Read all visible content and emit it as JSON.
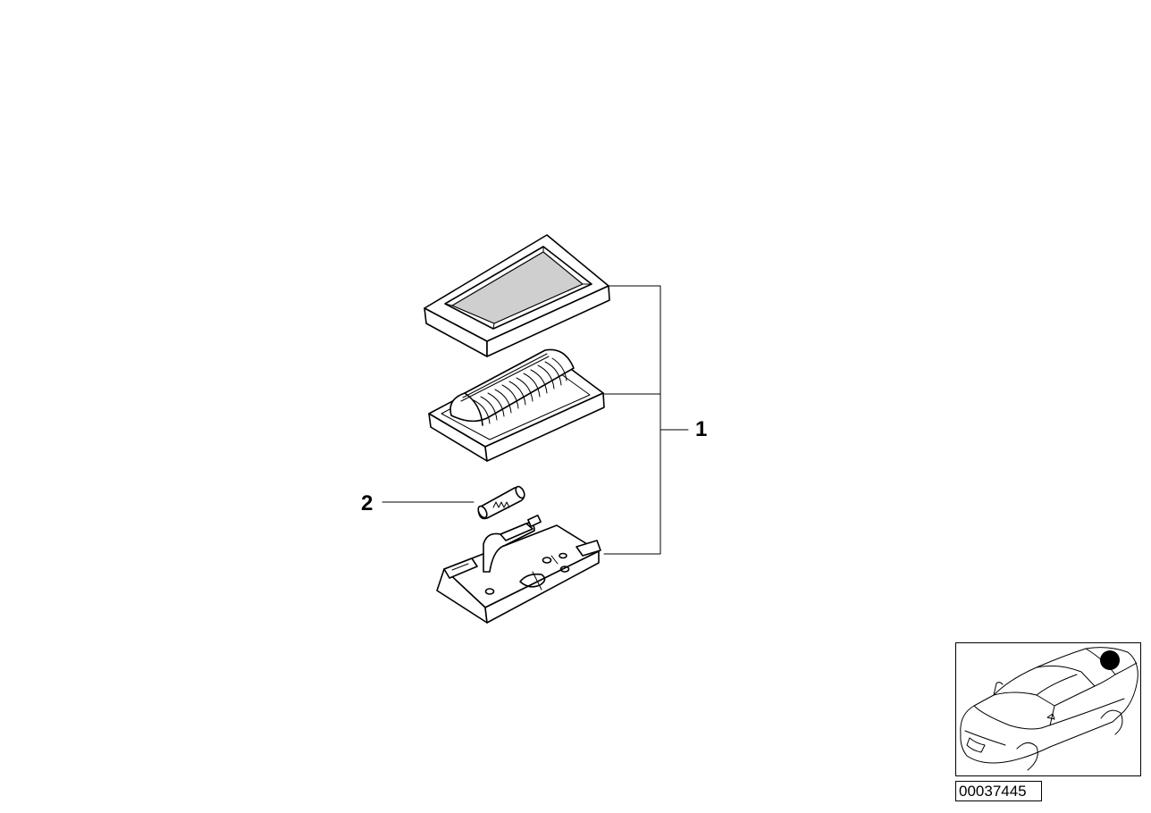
{
  "callouts": {
    "assembly_number": "1",
    "bulb_number": "2"
  },
  "diagram_code": "00037445",
  "colors": {
    "line": "#000000",
    "background": "#ffffff",
    "location_marker": "#000000"
  },
  "icons": {
    "lens_cover": "lens-cover-icon",
    "lamp_housing": "lamp-housing-icon",
    "bulb": "festoon-bulb-icon",
    "bracket": "mounting-bracket-icon",
    "car": "car-location-icon"
  }
}
